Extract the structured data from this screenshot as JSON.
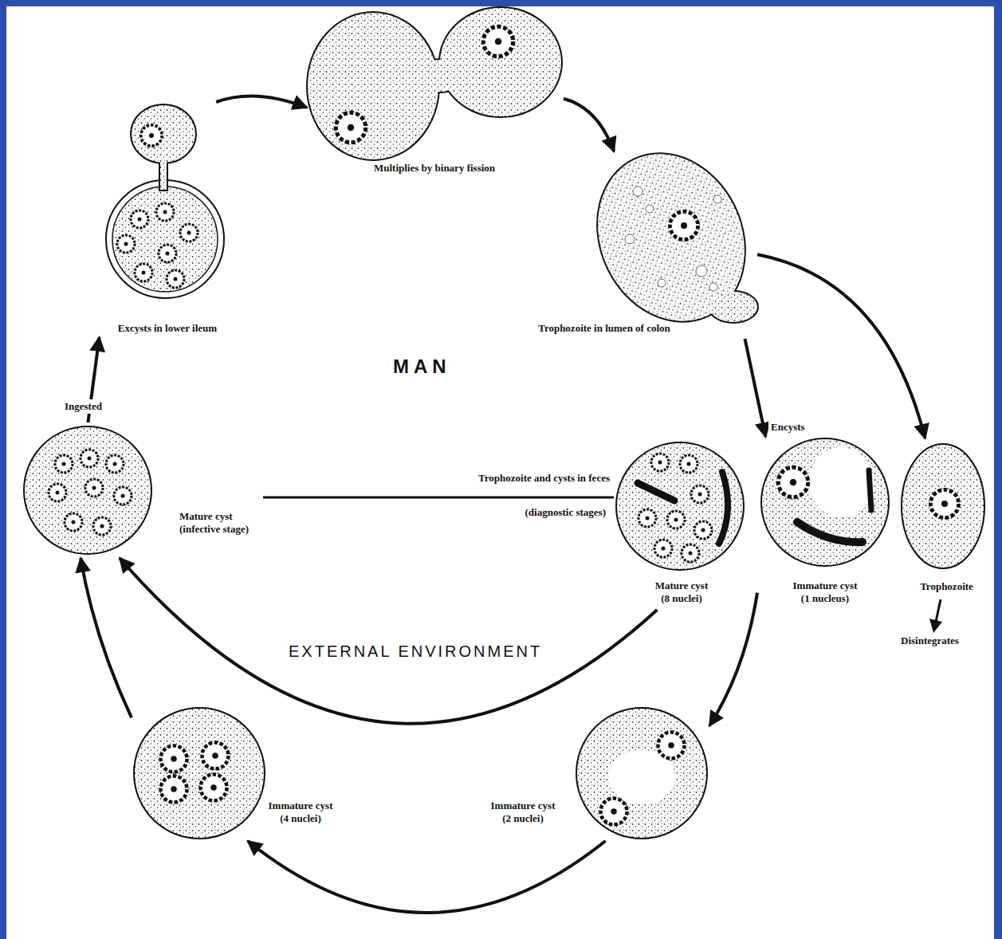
{
  "diagram": {
    "nodes": [
      {
        "text": [
          "Multiplies by binary fission"
        ]
      },
      {
        "text": [
          "Excysts in lower ileum"
        ]
      },
      {
        "text": [
          "Trophozoite in lumen of colon"
        ]
      },
      {
        "text": [
          "Mature cyst (infective stage)"
        ]
      },
      {
        "text": [
          "Mature cyst (8 nuclei)"
        ]
      },
      {
        "text": [
          "Immature cyst (1 nucleus)"
        ]
      },
      {
        "text": [
          "Trophozoite"
        ]
      },
      {
        "text": [
          "Immature cyst (2 nuclei)"
        ]
      },
      {
        "text": [
          "Immature cyst (4 nuclei)"
        ]
      }
    ],
    "edges": [
      {
        "from": 3,
        "to": 1,
        "arrow": "to",
        "label": "Ingested"
      },
      {
        "from": 1,
        "to": 0,
        "arrow": "to"
      },
      {
        "from": 0,
        "to": 2,
        "arrow": "to"
      },
      {
        "from": 2,
        "to": 6,
        "arrow": "to"
      },
      {
        "from": 2,
        "to": 5,
        "arrow": "to",
        "label": "Encysts"
      },
      {
        "from": 5,
        "to": 7,
        "arrow": "to"
      },
      {
        "from": 7,
        "to": 8,
        "arrow": "to"
      },
      {
        "from": 8,
        "to": 3,
        "arrow": "to"
      },
      {
        "from": 4,
        "to": 3,
        "arrow": "to"
      },
      {
        "from": 4,
        "to": 3,
        "arrow": "none"
      }
    ],
    "labels": [
      "MAN",
      "EXTERNAL ENVIRONMENT",
      "Trophozoite and cysts in feces",
      "(diagnostic stages)",
      "Disintegrates"
    ]
  }
}
